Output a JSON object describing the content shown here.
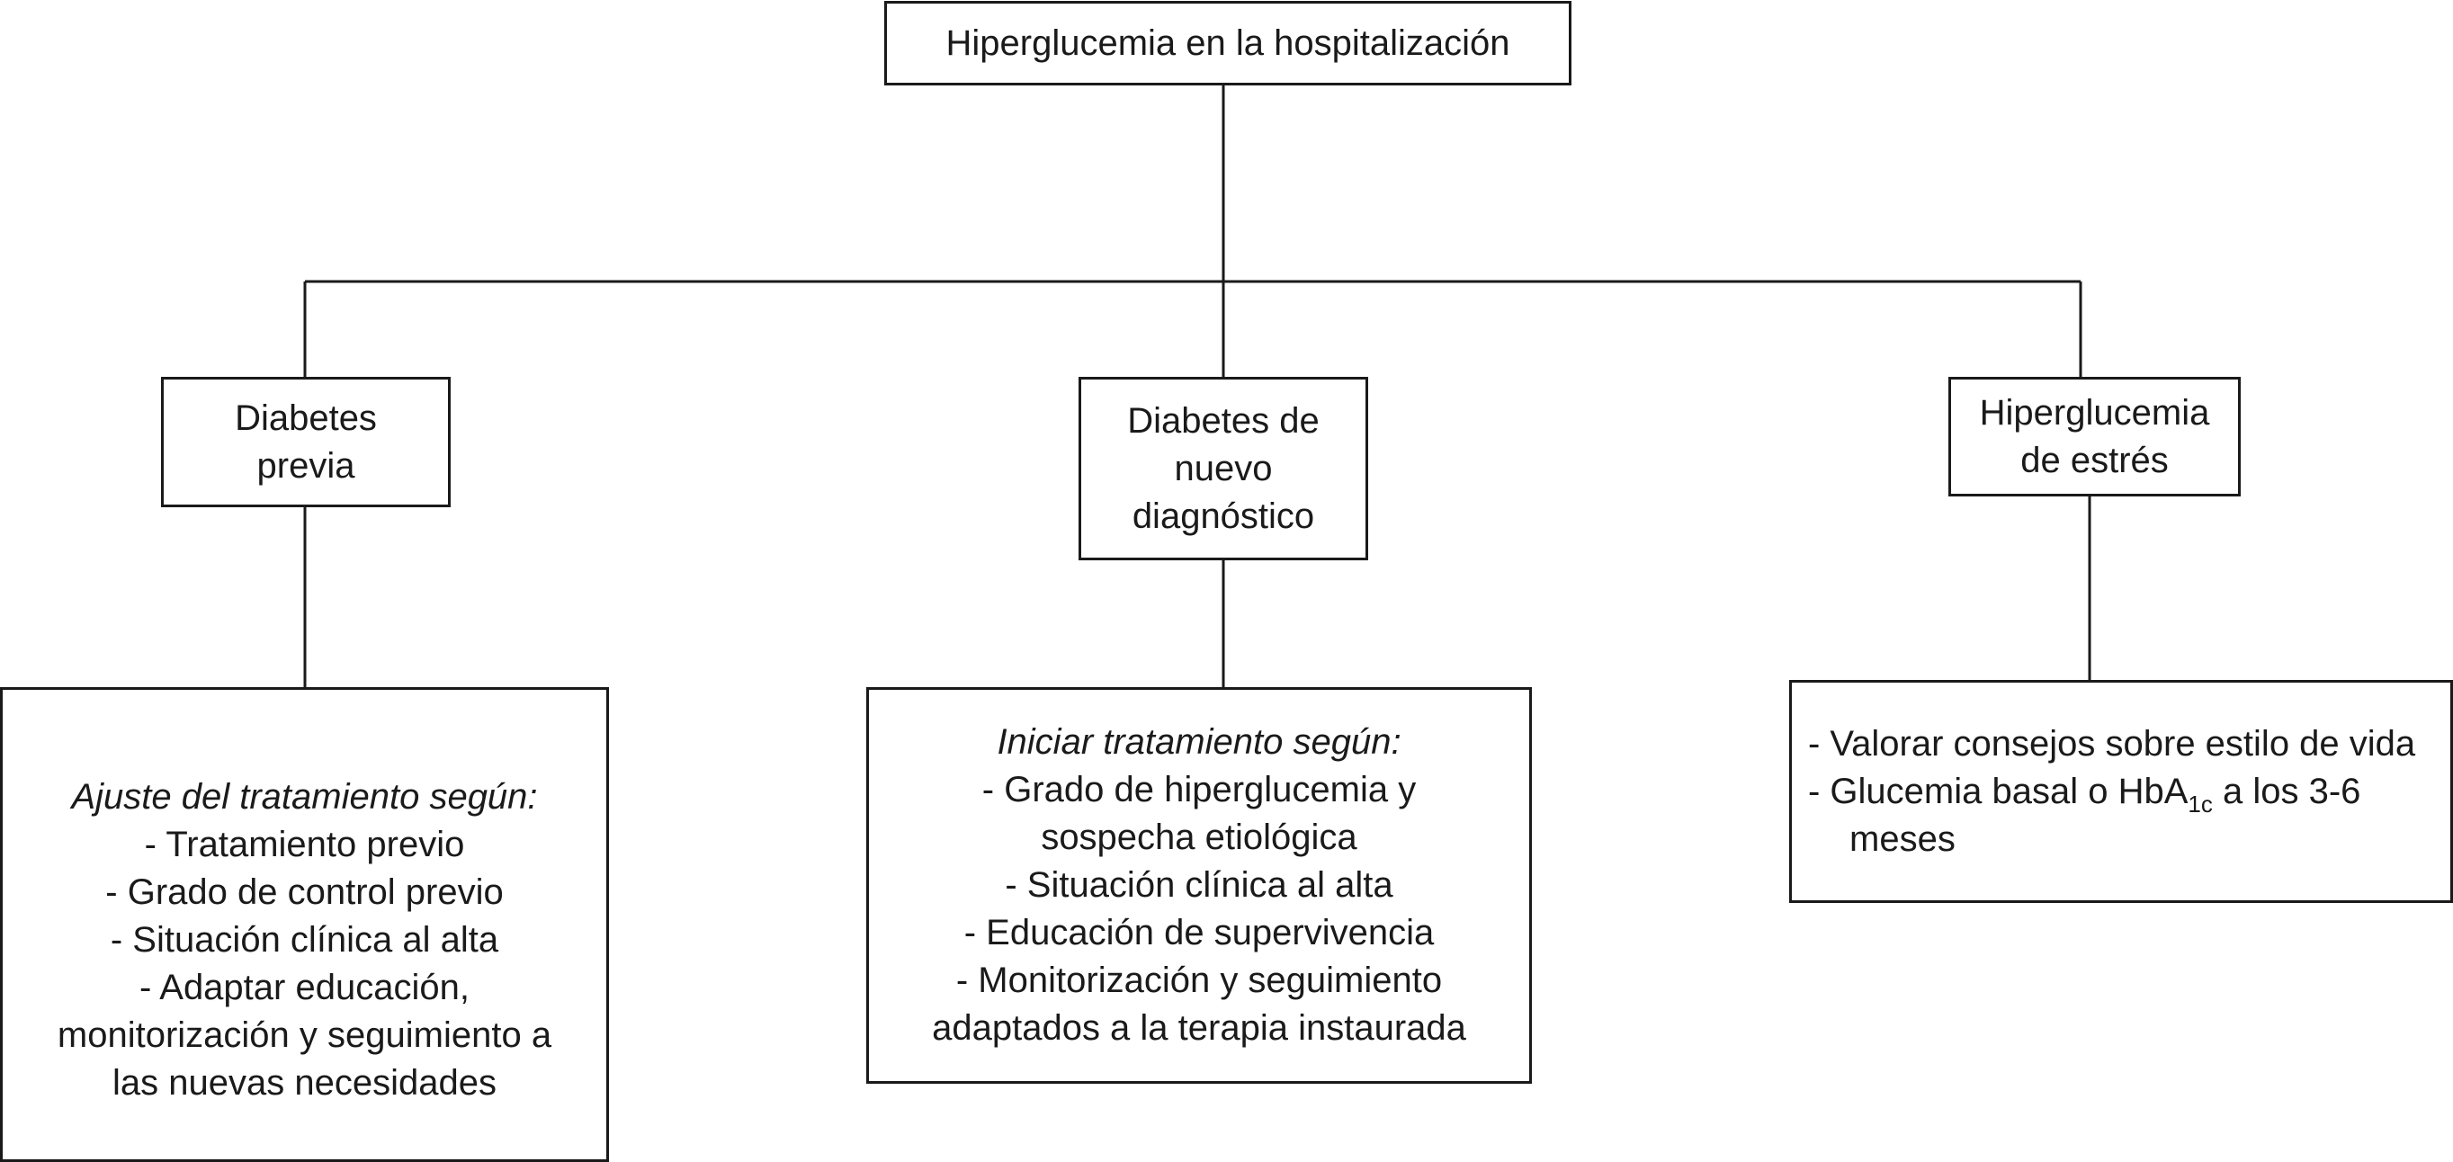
{
  "root": {
    "title": "Hiperglucemia en la hospitalización"
  },
  "branches": [
    {
      "title": [
        "Diabetes",
        "previa"
      ],
      "detail": {
        "heading": "Ajuste del tratamiento según:",
        "lines": [
          "- Tratamiento previo",
          "- Grado de control previo",
          "- Situación clínica al alta",
          "- Adaptar educación,",
          "monitorización y seguimiento a",
          "las nuevas necesidades"
        ]
      }
    },
    {
      "title": [
        "Diabetes de",
        "nuevo",
        "diagnóstico"
      ],
      "detail": {
        "heading": "Iniciar tratamiento según:",
        "lines": [
          "- Grado de hiperglucemia y",
          "sospecha etiológica",
          "- Situación clínica al alta",
          "- Educación de supervivencia",
          "- Monitorización y seguimiento",
          "adaptados a la terapia instaurada"
        ]
      }
    },
    {
      "title": [
        "Hiperglucemia",
        "de estrés"
      ],
      "detail": {
        "item1": "- Valorar consejos sobre estilo de vida",
        "item2": {
          "prefix": "- Glucemia basal o HbA",
          "subscript": "1c",
          "suffix": " a los 3-6 meses"
        }
      }
    }
  ]
}
